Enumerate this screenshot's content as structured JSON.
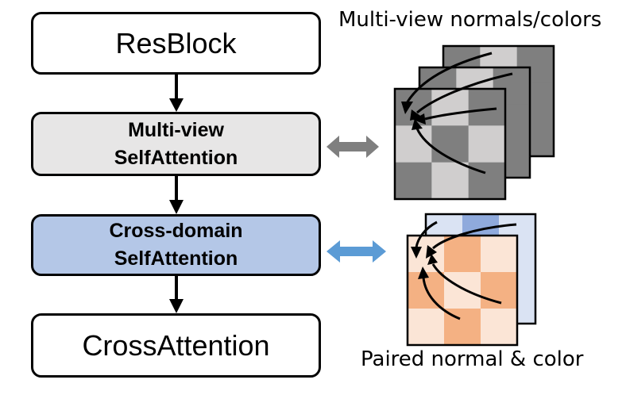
{
  "pipeline": {
    "blocks": [
      {
        "id": "resblock",
        "label_lines": [
          "ResBlock"
        ],
        "style": "plain",
        "fill": "#ffffff"
      },
      {
        "id": "mvsa",
        "label_lines": [
          "Multi-view",
          "SelfAttention"
        ],
        "style": "bold",
        "fill": "#e7e6e6"
      },
      {
        "id": "cdsa",
        "label_lines": [
          "Cross-domain",
          "SelfAttention"
        ],
        "style": "bold",
        "fill": "#b4c7e7"
      },
      {
        "id": "cross",
        "label_lines": [
          "CrossAttention"
        ],
        "style": "plain",
        "fill": "#ffffff"
      }
    ],
    "flow_arrows": [
      {
        "from": "resblock",
        "to": "mvsa"
      },
      {
        "from": "mvsa",
        "to": "cdsa"
      },
      {
        "from": "cdsa",
        "to": "cross"
      }
    ]
  },
  "illustrations": {
    "multiview": {
      "caption": "Multi-view normals/colors",
      "link_arrow_color": "#7f7f7f",
      "layers": 3,
      "colors": {
        "dark": "#7f7f7f",
        "light": "#d0cece"
      },
      "pattern_front": [
        [
          "dark",
          "light",
          "dark"
        ],
        [
          "light",
          "dark",
          "light"
        ],
        [
          "dark",
          "light",
          "dark"
        ]
      ],
      "pattern_back": [
        [
          "dark",
          "light",
          "dark"
        ],
        [
          "dark",
          "light",
          "dark"
        ],
        [
          "dark",
          "light",
          "dark"
        ]
      ]
    },
    "crossdomain": {
      "caption": "Paired normal & color",
      "link_arrow_color": "#5b9bd5",
      "layers": 2,
      "front_colors": {
        "dark": "#f4b183",
        "light": "#fbe5d6"
      },
      "back_colors": {
        "dark": "#8faadc",
        "light": "#dae3f3"
      },
      "pattern_front": [
        [
          "light",
          "dark",
          "light"
        ],
        [
          "dark",
          "light",
          "dark"
        ],
        [
          "light",
          "dark",
          "light"
        ]
      ],
      "pattern_back": [
        [
          "light",
          "dark",
          "light"
        ],
        [
          "light",
          "dark",
          "light"
        ],
        [
          "light",
          "dark",
          "light"
        ]
      ]
    }
  }
}
